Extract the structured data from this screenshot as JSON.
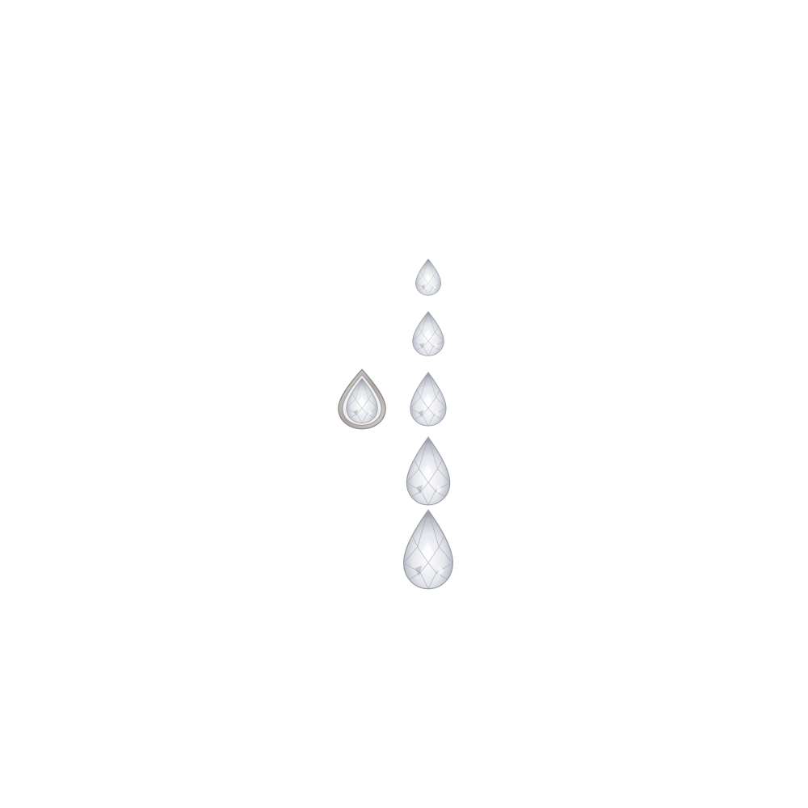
{
  "product_image": {
    "subject": "pear-cut-diamonds",
    "stone_count": 5,
    "bezel_setting_count": 1,
    "colors": {
      "background": "#ffffff",
      "metal": "#b9b4b4",
      "metal_dark": "#8e8888",
      "stone_light": "#f4f5f8",
      "stone_mid": "#c9ccd4",
      "stone_dark": "#8d919b"
    }
  }
}
